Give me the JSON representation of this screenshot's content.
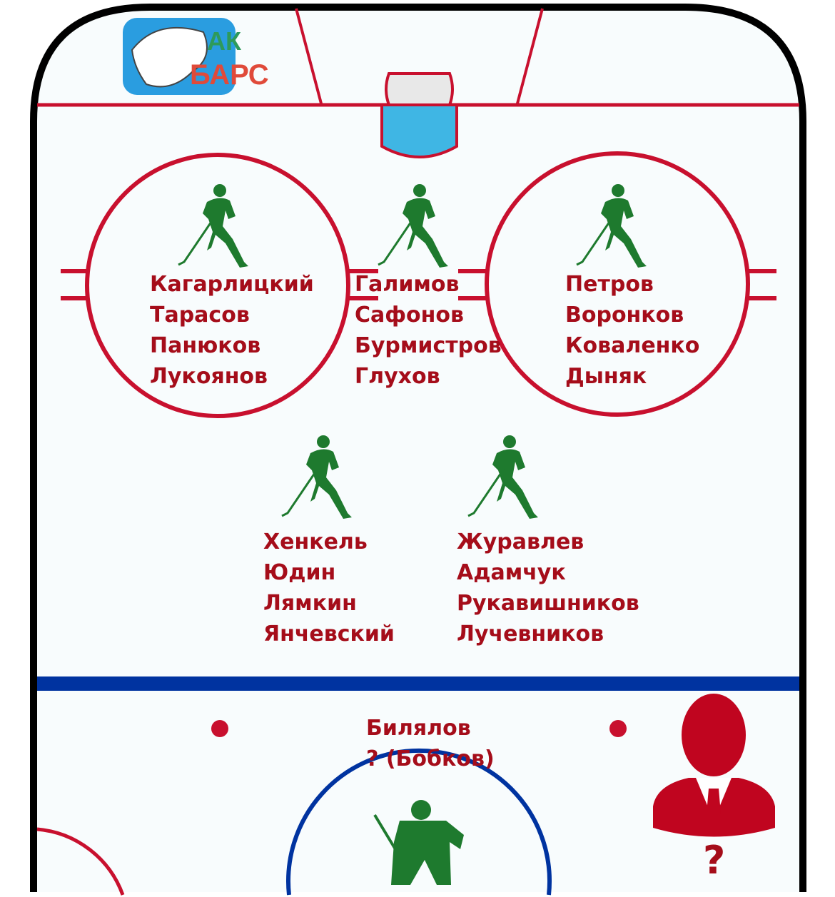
{
  "logo": {
    "line1": "АК",
    "line2": "БАРС"
  },
  "lines": [
    {
      "names": [
        "Кагарлицкий",
        "Тарасов",
        "Панюков",
        "Лукоянов"
      ]
    },
    {
      "names": [
        "Галимов",
        "Сафонов",
        "Бурмистров",
        "Глухов"
      ]
    },
    {
      "names": [
        "Петров",
        "Воронков",
        "Коваленко",
        "Дыняк"
      ]
    },
    {
      "names": [
        "Хенкель",
        "Юдин",
        "Лямкин",
        "Янчевский"
      ]
    },
    {
      "names": [
        "Журавлев",
        "Адамчук",
        "Рукавишников",
        "Лучевников"
      ]
    }
  ],
  "goalies": [
    "Билялов",
    "? (Бобков)"
  ],
  "coach": {
    "label": "?"
  },
  "colors": {
    "red": "#c8102e",
    "text": "#a50d1a",
    "blue": "#0033a0",
    "green": "#1e7a2e",
    "ice": "#f8fcfd"
  }
}
